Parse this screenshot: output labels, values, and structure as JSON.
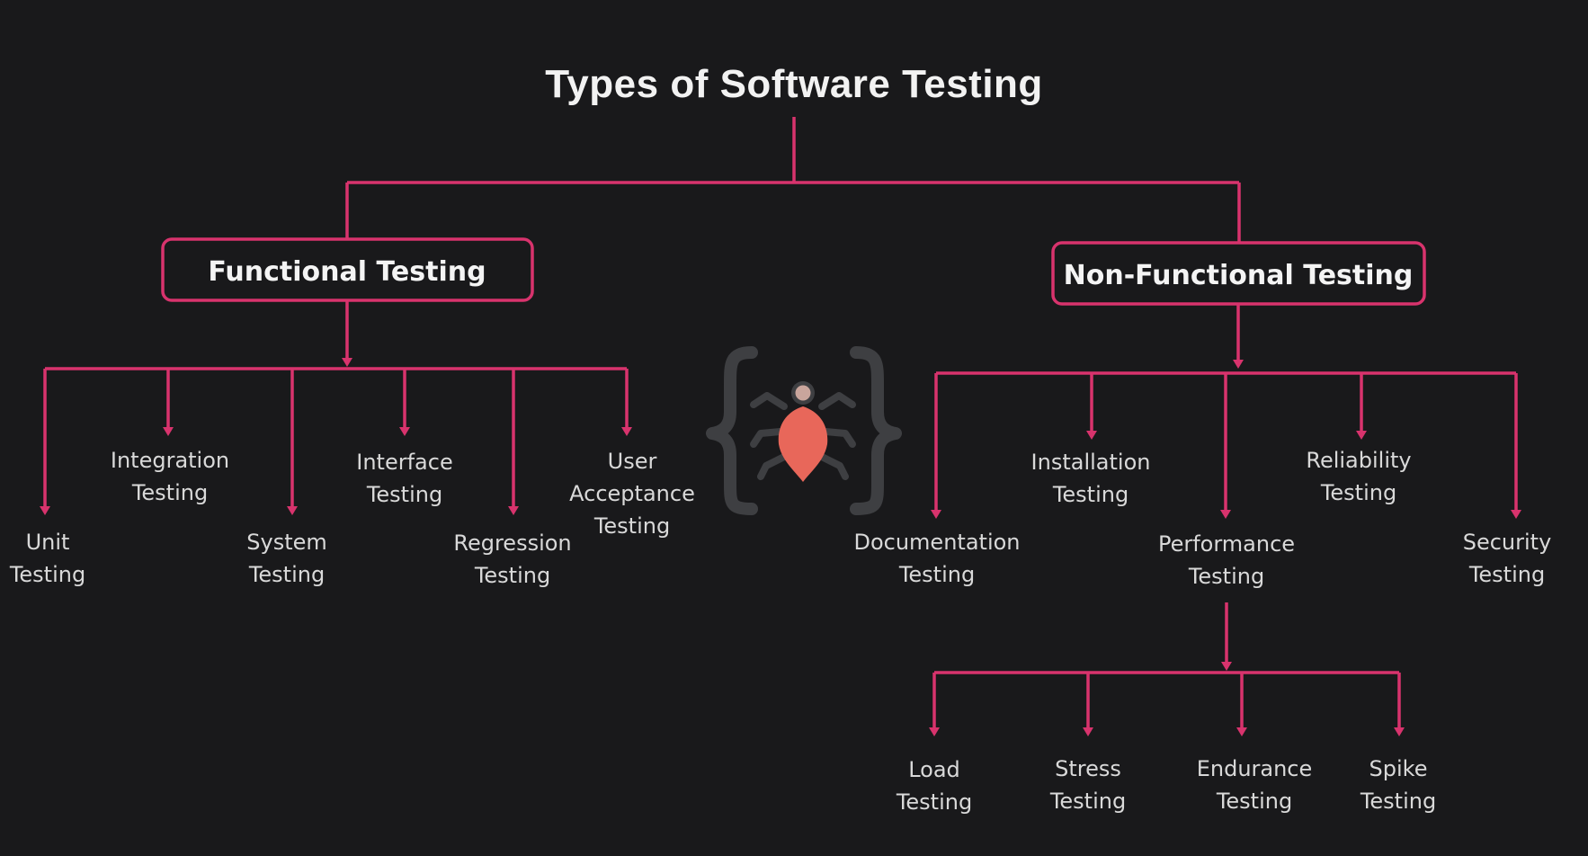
{
  "title": "Types of Software Testing",
  "functional": {
    "label": "Functional Testing",
    "items": [
      [
        "Unit",
        "Testing"
      ],
      [
        "Integration",
        "Testing"
      ],
      [
        "System",
        "Testing"
      ],
      [
        "Interface",
        "Testing"
      ],
      [
        "Regression",
        "Testing"
      ],
      [
        "User",
        "Acceptance",
        "Testing"
      ]
    ]
  },
  "non_functional": {
    "label": "Non-Functional Testing",
    "items": [
      [
        "Documentation",
        "Testing"
      ],
      [
        "Installation",
        "Testing"
      ],
      [
        "Performance",
        "Testing"
      ],
      [
        "Reliability",
        "Testing"
      ],
      [
        "Security",
        "Testing"
      ]
    ]
  },
  "performance": {
    "items": [
      [
        "Load",
        "Testing"
      ],
      [
        "Stress",
        "Testing"
      ],
      [
        "Endurance",
        "Testing"
      ],
      [
        "Spike",
        "Testing"
      ]
    ]
  },
  "icon": "bug-icon",
  "colors": {
    "background": "#19191b",
    "accent": "#d8336d",
    "bug": "#e8675a"
  }
}
